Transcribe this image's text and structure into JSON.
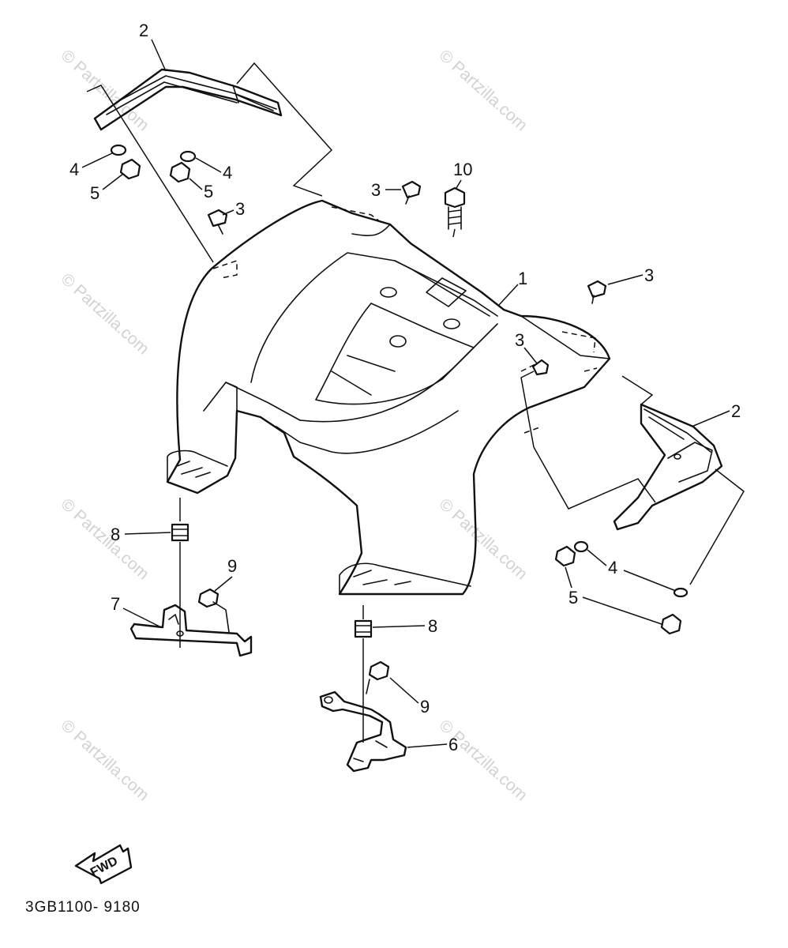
{
  "diagram_code": "3GB1100- 9180",
  "fwd_label": "FWD",
  "watermark": "© Partzilla.com",
  "callouts": [
    {
      "id": "c2a",
      "text": "2"
    },
    {
      "id": "c4a",
      "text": "4"
    },
    {
      "id": "c5a",
      "text": "5"
    },
    {
      "id": "c4b",
      "text": "4"
    },
    {
      "id": "c5b",
      "text": "5"
    },
    {
      "id": "c3a",
      "text": "3"
    },
    {
      "id": "c3b",
      "text": "3"
    },
    {
      "id": "c10",
      "text": "10"
    },
    {
      "id": "c1",
      "text": "1"
    },
    {
      "id": "c3c",
      "text": "3"
    },
    {
      "id": "c3d",
      "text": "3"
    },
    {
      "id": "c2b",
      "text": "2"
    },
    {
      "id": "c8a",
      "text": "8"
    },
    {
      "id": "c9a",
      "text": "9"
    },
    {
      "id": "c7",
      "text": "7"
    },
    {
      "id": "c4c",
      "text": "4"
    },
    {
      "id": "c5c",
      "text": "5"
    },
    {
      "id": "c8b",
      "text": "8"
    },
    {
      "id": "c9b",
      "text": "9"
    },
    {
      "id": "c6",
      "text": "6"
    }
  ]
}
